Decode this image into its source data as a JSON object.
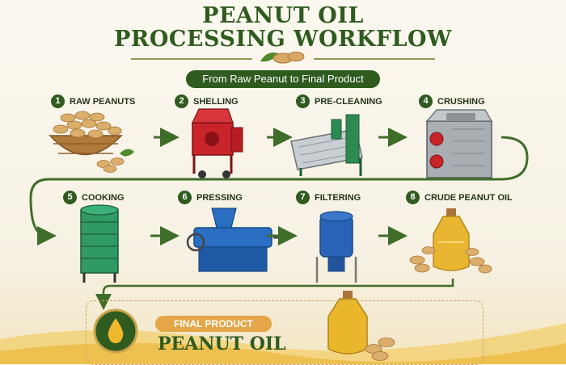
{
  "header": {
    "title_line1": "PEANUT OIL",
    "title_line2": "PROCESSING WORKFLOW",
    "subtitle": "From Raw Peanut to Final Product"
  },
  "steps": [
    {
      "number": "1",
      "label": "RAW PEANUTS"
    },
    {
      "number": "2",
      "label": "SHELLING"
    },
    {
      "number": "3",
      "label": "PRE-CLEANING"
    },
    {
      "number": "4",
      "label": "CRUSHING"
    },
    {
      "number": "5",
      "label": "COOKING"
    },
    {
      "number": "6",
      "label": "PRESSING"
    },
    {
      "number": "7",
      "label": "FILTERING"
    },
    {
      "number": "8",
      "label": "CRUDE PEANUT OIL"
    }
  ],
  "final": {
    "badge": "FINAL PRODUCT",
    "title": "PEANUT OIL"
  },
  "colors": {
    "primary_green": "#2f5b1f",
    "accent_gold": "#e4a646",
    "arrow_green": "#3f6d2a"
  },
  "icons": [
    "leaf-peanut-icon",
    "oil-drop-icon",
    "flow-arrow-icon"
  ]
}
